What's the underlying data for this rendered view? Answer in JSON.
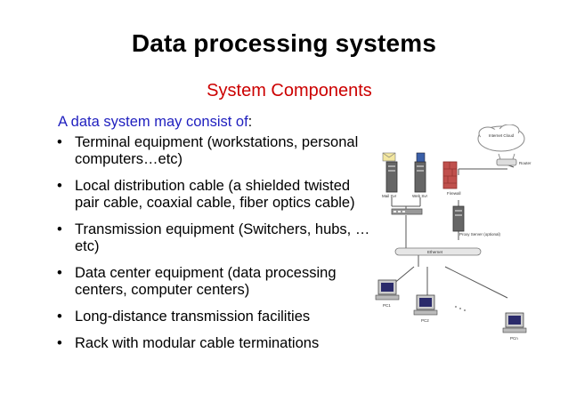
{
  "slide": {
    "title": "Data processing systems",
    "subtitle": "System Components",
    "intro_text": "A data system may consist of",
    "intro_colon": ":",
    "bullets": [
      "Terminal equipment (workstations, personal computers…etc)",
      "Local distribution cable (a shielded twisted pair cable, coaxial cable, fiber optics cable)",
      "Transmission equipment (Switchers, hubs, …etc)",
      "Data center equipment (data processing centers, computer centers)",
      "Long-distance transmission facilities",
      "Rack with modular cable terminations"
    ],
    "bullet_glyph": "•"
  },
  "diagram": {
    "labels": {
      "cloud": "Internet Cloud",
      "router": "Router",
      "firewall": "Firewall",
      "mail_server": "Mail Svr",
      "web_server": "Web Svr",
      "proxy_server": "Proxy Server (optional)",
      "ethernet": "Ethernet",
      "pc1": "PC1",
      "pc2": "PC2",
      "pcn": "PCn"
    }
  },
  "colors": {
    "title": "#000000",
    "subtitle": "#cc0000",
    "intro": "#1f1fbf",
    "firewall": "#c0504d"
  }
}
